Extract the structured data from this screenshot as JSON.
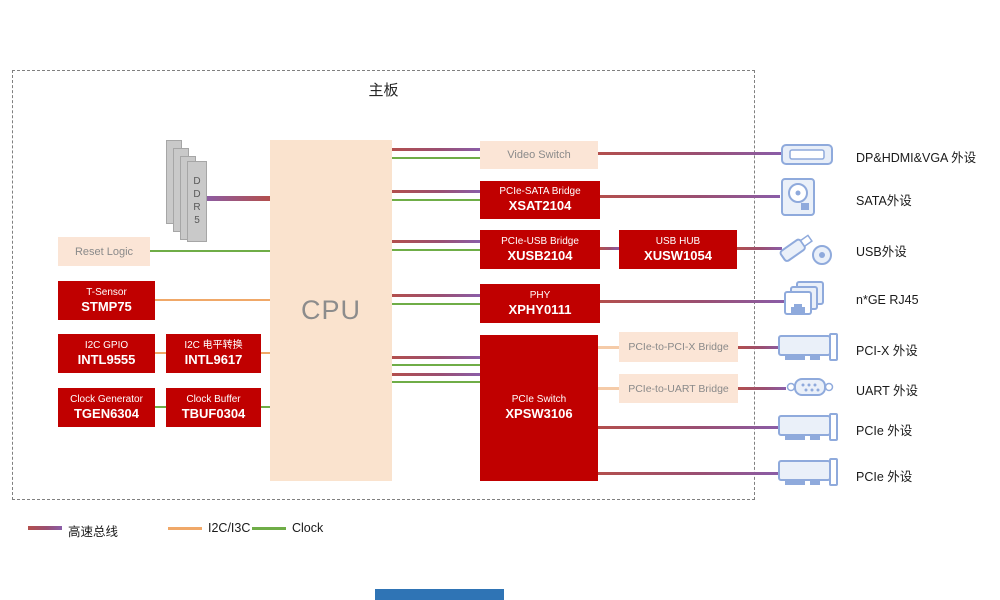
{
  "title": "主板",
  "cpu_label": "CPU",
  "ddr_label": "DDR5",
  "boxes": {
    "reset_logic": {
      "label": "Reset Logic"
    },
    "t_sensor": {
      "line1": "T-Sensor",
      "line2": "STMP75"
    },
    "i2c_gpio": {
      "line1": "I2C GPIO",
      "line2": "INTL9555"
    },
    "i2c_level": {
      "line1": "I2C 电平转换",
      "line2": "INTL9617"
    },
    "clock_gen": {
      "line1": "Clock Generator",
      "line2": "TGEN6304"
    },
    "clock_buf": {
      "line1": "Clock Buffer",
      "line2": "TBUF0304"
    },
    "video_switch": {
      "label": "Video Switch"
    },
    "pcie_sata": {
      "line1": "PCIe-SATA Bridge",
      "line2": "XSAT2104"
    },
    "pcie_usb": {
      "line1": "PCIe-USB Bridge",
      "line2": "XUSB2104"
    },
    "usb_hub": {
      "line1": "USB HUB",
      "line2": "XUSW1054"
    },
    "phy": {
      "line1": "PHY",
      "line2": "XPHY0111"
    },
    "pcie_switch": {
      "line1": "PCIe Switch",
      "line2": "XPSW3106"
    },
    "pcix_bridge": {
      "label": "PCIe-to-PCI-X Bridge"
    },
    "uart_bridge": {
      "label": "PCIe-to-UART Bridge"
    }
  },
  "peripherals": [
    {
      "label": "DP&HDMI&VGA 外设",
      "icon": "display-port-icon"
    },
    {
      "label": "SATA外设",
      "icon": "hard-drive-icon"
    },
    {
      "label": "USB外设",
      "icon": "usb-devices-icon"
    },
    {
      "label": "n*GE RJ45",
      "icon": "rj45-ports-icon"
    },
    {
      "label": "PCI-X 外设",
      "icon": "expansion-card-icon"
    },
    {
      "label": "UART 外设",
      "icon": "serial-port-icon"
    },
    {
      "label": "PCIe 外设",
      "icon": "expansion-card-icon"
    },
    {
      "label": "PCIe 外设",
      "icon": "expansion-card-icon"
    }
  ],
  "legend": [
    {
      "label": "高速总线",
      "color": "gradient #b34f4d → #8a5da8"
    },
    {
      "label": "I2C/I3C",
      "color": "#f0a868"
    },
    {
      "label": "Clock",
      "color": "#6fad47"
    }
  ],
  "colors": {
    "red_box": "#c00000",
    "peach_box": "#fbe5d6",
    "bus_red": "#b34f4d",
    "bus_purple": "#8a5da8",
    "i2c_orange": "#f0a868",
    "clock_green": "#6fad47",
    "icon_blue": "#8faadc"
  }
}
